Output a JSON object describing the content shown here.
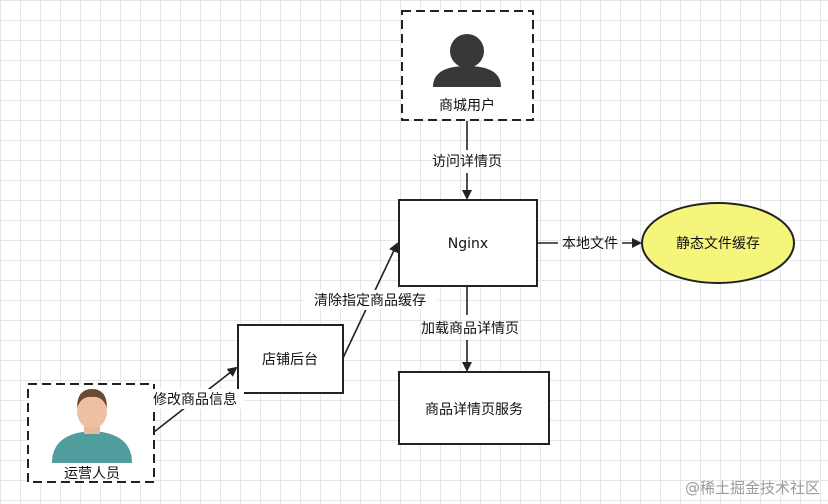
{
  "nodes": {
    "mall_user": "商城用户",
    "nginx": "Nginx",
    "static_cache": "静态文件缓存",
    "store_backend": "店铺后台",
    "detail_service": "商品详情页服务",
    "operator": "运营人员"
  },
  "edges": {
    "visit_detail": "访问详情页",
    "local_file": "本地文件",
    "clear_cache": "清除指定商品缓存",
    "load_detail": "加载商品详情页",
    "modify_info": "修改商品信息"
  },
  "watermark": "@稀土掘金技术社区",
  "icons": {
    "mall_user": "user-silhouette-icon",
    "operator": "person-avatar-icon"
  },
  "colors": {
    "cache_fill": "#f5f47b",
    "stroke": "#222222"
  }
}
